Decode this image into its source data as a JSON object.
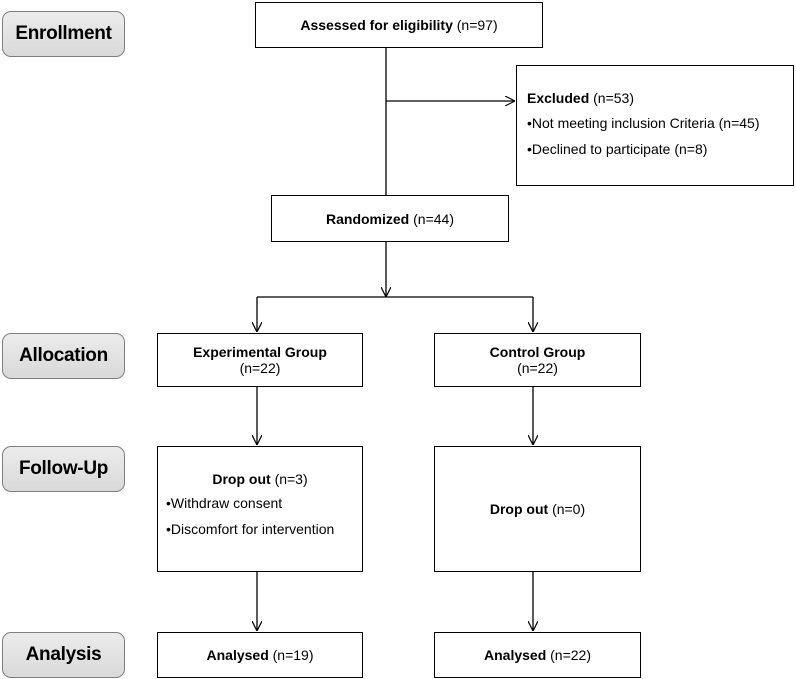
{
  "stages": {
    "enrollment": "Enrollment",
    "allocation": "Allocation",
    "followup": "Follow-Up",
    "analysis": "Analysis"
  },
  "assessed": {
    "label": "Assessed  for eligibility",
    "n": "(n=97)"
  },
  "excluded": {
    "label": "Excluded",
    "n": "(n=53)",
    "reason1": "•Not meeting  inclusion Criteria  (n=45)",
    "reason2": "•Declined to participate  (n=8)"
  },
  "randomized": {
    "label": "Randomized",
    "n": "(n=44)"
  },
  "experimental": {
    "label": "Experimental Group",
    "n": "(n=22)",
    "dropout_label": "Drop out",
    "dropout_n": "(n=3)",
    "reason1": "•Withdraw consent",
    "reason2": "•Discomfort  for intervention",
    "analysed_label": "Analysed",
    "analysed_n": "(n=19)"
  },
  "control": {
    "label": "Control Group",
    "n": "(n=22)",
    "dropout_label": "Drop out",
    "dropout_n": "(n=0)",
    "analysed_label": "Analysed",
    "analysed_n": "(n=22)"
  }
}
